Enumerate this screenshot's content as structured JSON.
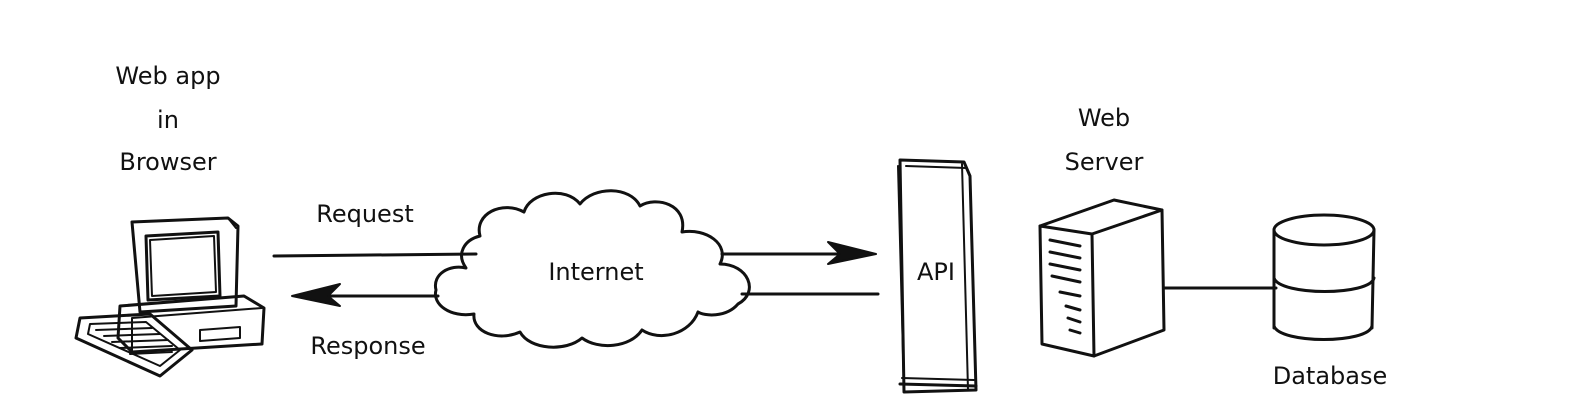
{
  "labels": {
    "client_line1": "Web app",
    "client_line2": "in",
    "client_line3": "Browser",
    "request": "Request",
    "response": "Response",
    "internet": "Internet",
    "api": "API",
    "server_line1": "Web",
    "server_line2": "Server",
    "database": "Database"
  },
  "colors": {
    "ink": "#111111",
    "background": "#ffffff"
  }
}
